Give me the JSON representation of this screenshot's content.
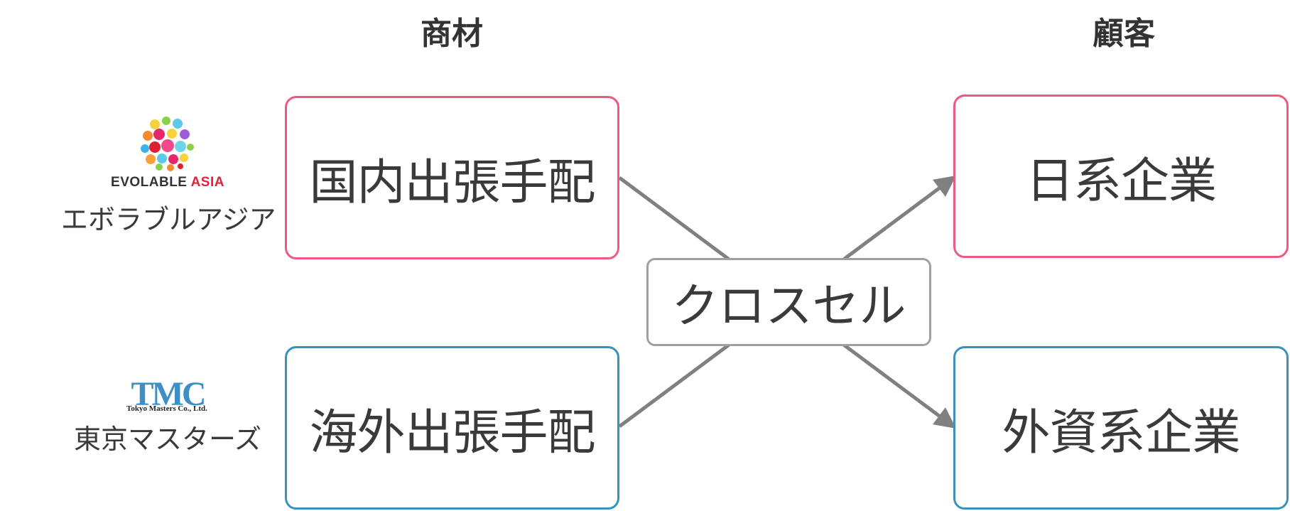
{
  "headers": {
    "products": "商材",
    "customers": "顧客"
  },
  "products": [
    {
      "label": "国内出張手配",
      "color": "#ee5a7f"
    },
    {
      "label": "海外出張手配",
      "color": "#3892bd"
    }
  ],
  "customers": [
    {
      "label": "日系企業",
      "color": "#ee5a7f"
    },
    {
      "label": "外資系企業",
      "color": "#3892bd"
    }
  ],
  "center": {
    "label": "クロスセル"
  },
  "companies": [
    {
      "logo_text_main": "EVOLABLE ",
      "logo_text_accent": "ASIA",
      "name": "エボラブルアジア",
      "logo": "colorful-dot-sphere-logo"
    },
    {
      "logo_mark": "TMC",
      "logo_sub": "Tokyo Masters Co., Ltd.",
      "name": "東京マスターズ",
      "logo": "tmc-logo"
    }
  ],
  "colors": {
    "connector": "#808080",
    "text": "#3a3a3a"
  }
}
